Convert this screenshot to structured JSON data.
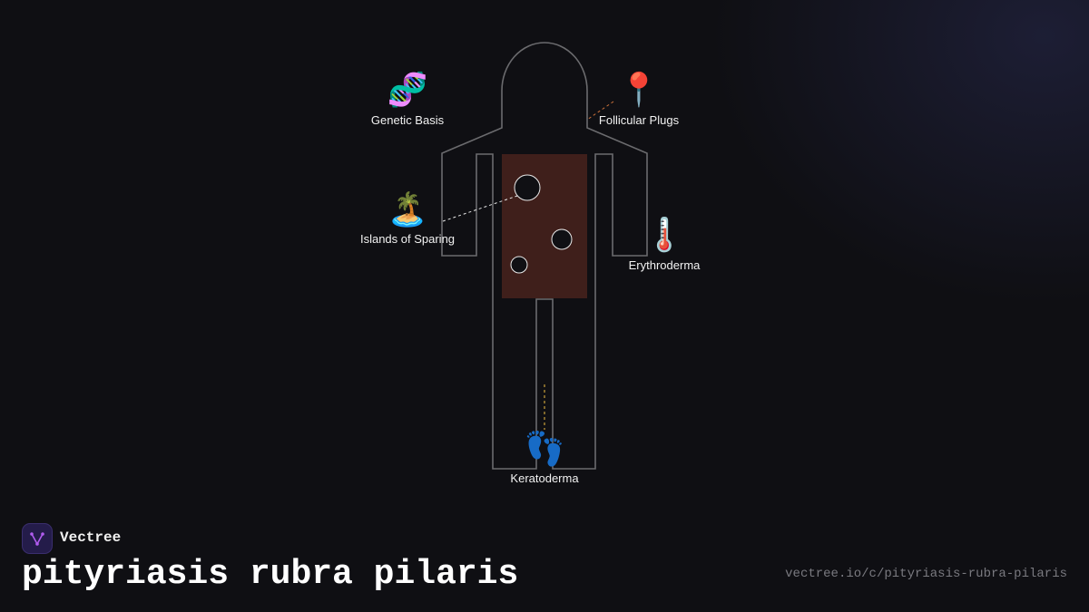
{
  "brand": {
    "name": "Vectree"
  },
  "page": {
    "title": "pityriasis rubra pilaris",
    "url": "vectree.io/c/pityriasis-rubra-pilaris"
  },
  "colors": {
    "torso": "#3f1f1b",
    "outline": "#6b6b6e",
    "follicular_line": "#c9703a",
    "sparing_line": "#e8e8e8",
    "keratoderma_line": "#c9a13a",
    "logo_bg": "#241c4a",
    "logo_mark": "#b15cf0"
  },
  "annotations": [
    {
      "id": "genetic-basis",
      "label": "Genetic Basis",
      "icon": "dna-icon",
      "glyph": "🧬"
    },
    {
      "id": "follicular-plugs",
      "label": "Follicular Plugs",
      "icon": "pin-icon",
      "glyph": "📍"
    },
    {
      "id": "islands-of-sparing",
      "label": "Islands of Sparing",
      "icon": "island-icon",
      "glyph": "🏝️"
    },
    {
      "id": "erythroderma",
      "label": "Erythroderma",
      "icon": "thermometer-icon",
      "glyph": "🌡️"
    },
    {
      "id": "keratoderma",
      "label": "Keratoderma",
      "icon": "footprints-icon",
      "glyph": "👣"
    }
  ]
}
